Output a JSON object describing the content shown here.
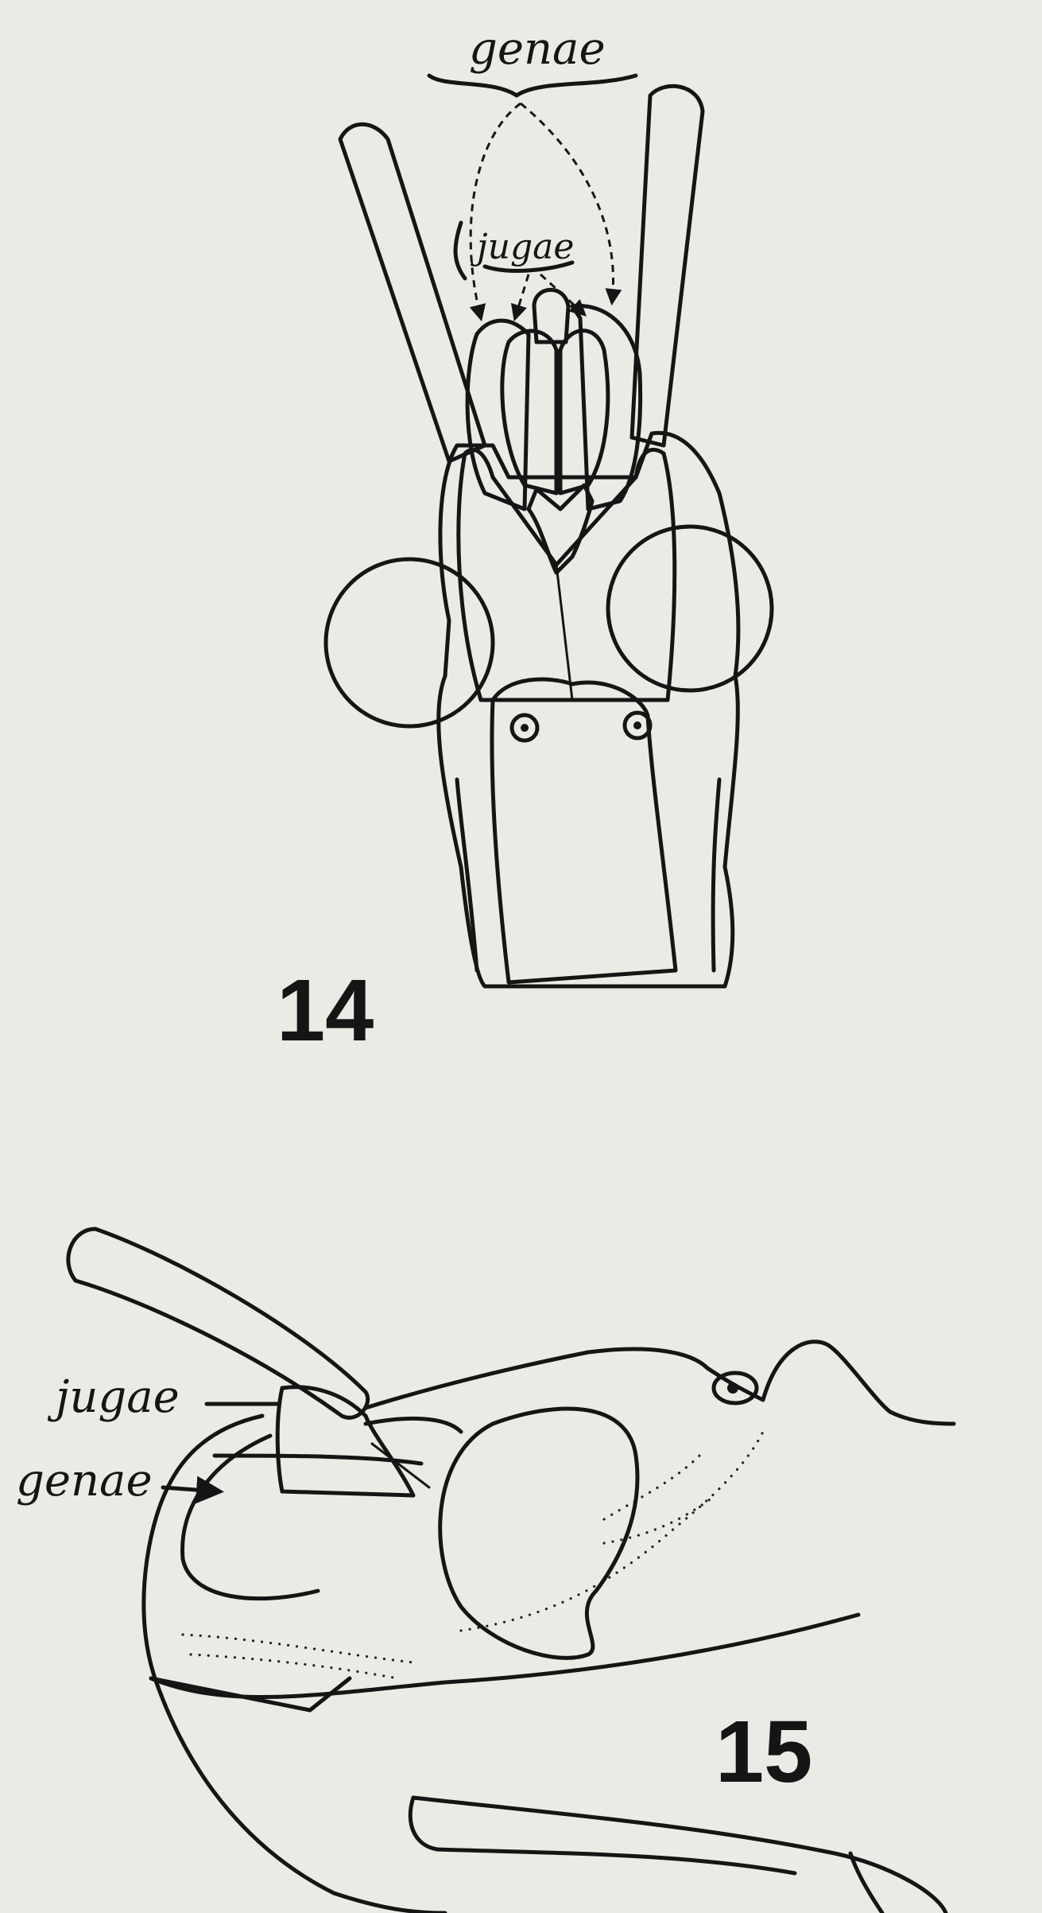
{
  "figures": [
    {
      "number": "14",
      "labels": {
        "top": "genae",
        "inner": "jugae"
      }
    },
    {
      "number": "15",
      "labels": {
        "upper": "jugae",
        "lower": "genae"
      }
    }
  ]
}
